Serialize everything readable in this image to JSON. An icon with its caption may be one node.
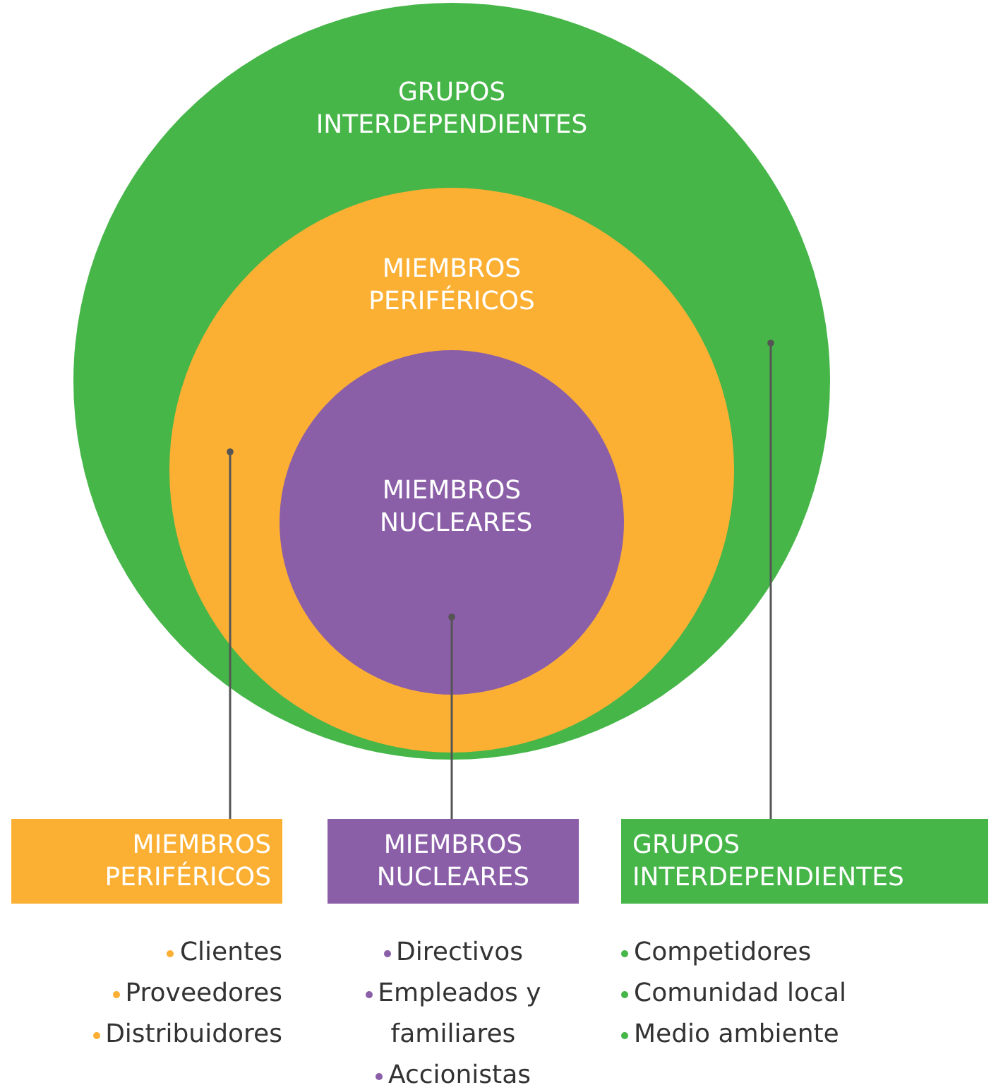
{
  "diagram": {
    "nodes": [
      {
        "text": [
          "GRUPOS INTERDEPENDIENTES"
        ]
      },
      {
        "text": [
          "MIEMBROS PERIFÉRICOS"
        ],
        "in": 0
      },
      {
        "text": [
          "MIEMBROS NUCLEARES"
        ],
        "in": 1
      },
      {
        "text": [
          "MIEMBROS PERIFÉRICOS"
        ],
        "beside": [
          "Clientes",
          "Proveedores",
          "Distribuidores"
        ]
      },
      {
        "text": [
          "MIEMBROS NUCLEARES"
        ],
        "beside": [
          "Directivos",
          "Empleados y familiares",
          "Accionistas"
        ]
      },
      {
        "text": [
          "GRUPOS INTERDEPENDIENTES"
        ],
        "beside": [
          "Competidores",
          "Comunidad local",
          "Medio ambiente"
        ]
      }
    ],
    "edges": [
      {
        "from": 3,
        "to": 1,
        "arrow": "other"
      },
      {
        "from": 4,
        "to": 2,
        "arrow": "other"
      },
      {
        "from": 5,
        "to": 0,
        "arrow": "other"
      }
    ]
  }
}
